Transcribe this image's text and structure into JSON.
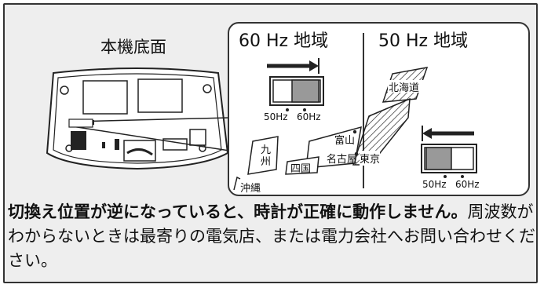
{
  "device_label": "本機底面",
  "regions": {
    "hz60_heading": "60 Hz 地域",
    "hz50_heading": "50 Hz 地域"
  },
  "switch_labels": {
    "left_50": "50Hz",
    "left_60": "60Hz",
    "right_50": "50Hz",
    "right_60": "60Hz"
  },
  "map_labels": {
    "hokkaido": "北海道",
    "toyama": "富山",
    "kyushu_1": "九",
    "kyushu_2": "州",
    "shikoku": "四国",
    "nagoya": "名古屋",
    "tokyo": "東京",
    "okinawa": "沖縄"
  },
  "message": {
    "bold": "切換え位置が逆になっていると、時計が正確に動作しません。",
    "normal": "周波数がわからないときは最寄りの電気店、または電力会社へお問い合わせください。"
  },
  "colors": {
    "panel_bg": "#eeeeee",
    "border": "#333333"
  }
}
